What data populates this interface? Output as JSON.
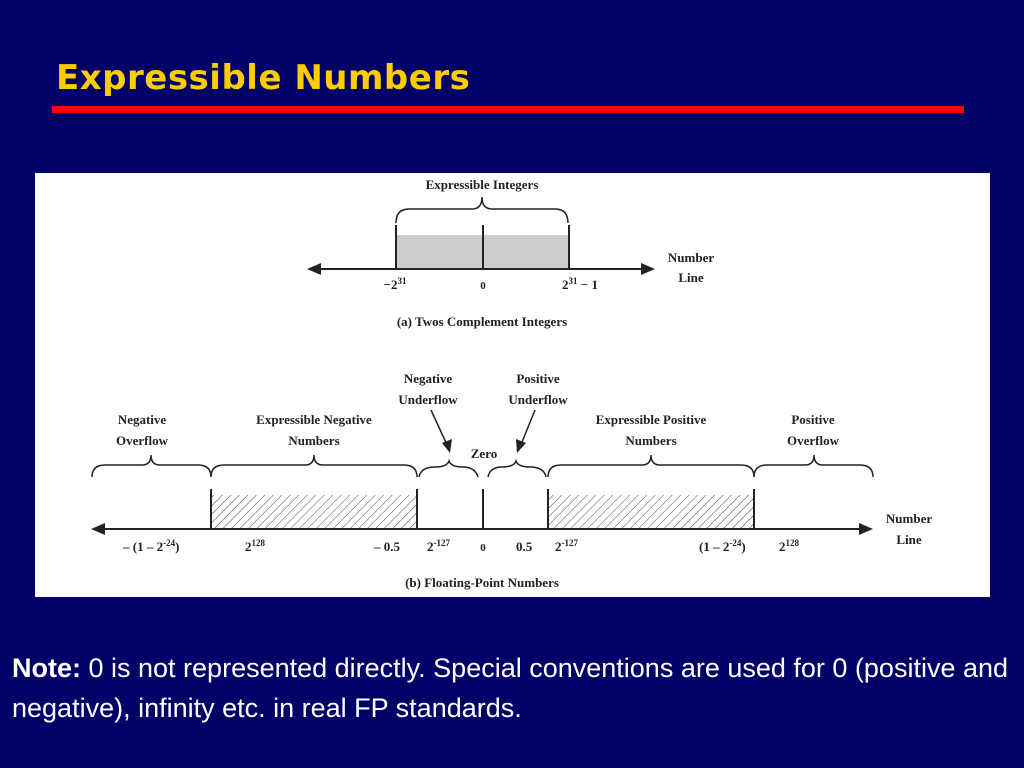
{
  "colors": {
    "background": "#000066",
    "title": "#FFCC00",
    "rule": "#FF0000",
    "panel": "#FFFFFF",
    "ink": "#222222",
    "integer_fill": "#CCCCCC"
  },
  "title": "Expressible Numbers",
  "figure": {
    "part_a": {
      "brace_label": "Expressible Integers",
      "axis_label_1": "Number",
      "axis_label_2": "Line",
      "tick_min_base": "−2",
      "tick_min_exp": "31",
      "tick_zero": "0",
      "tick_max_base": "2",
      "tick_max_exp": "31",
      "tick_max_suffix": " − 1",
      "caption": "(a) Twos Complement Integers"
    },
    "part_b": {
      "neg_underflow_1": "Negative",
      "neg_underflow_2": "Underflow",
      "pos_underflow_1": "Positive",
      "pos_underflow_2": "Underflow",
      "neg_overflow_1": "Negative",
      "neg_overflow_2": "Overflow",
      "expr_neg_1": "Expressible Negative",
      "expr_neg_2": "Numbers",
      "zero_label": "Zero",
      "expr_pos_1": "Expressible Positive",
      "expr_pos_2": "Numbers",
      "pos_overflow_1": "Positive",
      "pos_overflow_2": "Overflow",
      "axis_label_1": "Number",
      "axis_label_2": "Line",
      "tick_neg_max_prefix": "– (1 – 2",
      "tick_neg_max_exp": "-24",
      "tick_neg_max_suffix": ")",
      "tick_128_base": "2",
      "tick_128_exp": "128",
      "tick_neg_half": "– 0.5",
      "tick_127_base": "2",
      "tick_127_exp": "-127",
      "tick_zero": "0",
      "tick_pos_half": "0.5",
      "tick_127b_base": "2",
      "tick_127b_exp": "-127",
      "tick_pos_max_prefix": "(1 – 2",
      "tick_pos_max_exp": "-24",
      "tick_pos_max_suffix": ")",
      "tick_128b_base": "2",
      "tick_128b_exp": "128",
      "caption": "(b) Floating-Point Numbers"
    }
  },
  "note": {
    "label": "Note:",
    "text": " 0 is not represented directly. Special conventions are used for 0 (positive and negative), infinity etc. in real  FP standards."
  }
}
